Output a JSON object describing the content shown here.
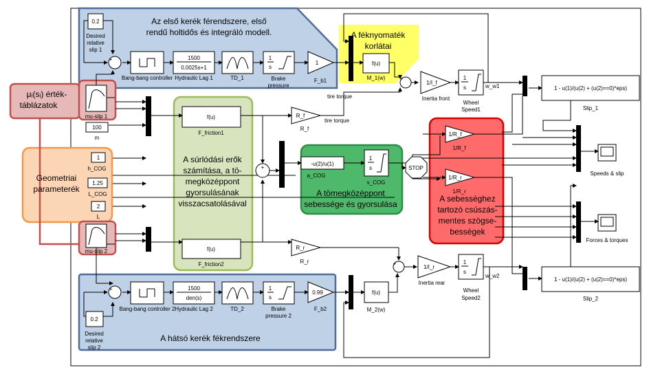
{
  "colors": {
    "blue_region": "#b8cce4",
    "blue_border": "#4f6d96",
    "yellow_region": "#ffff66",
    "olive_region": "#d7e4bd",
    "olive_border": "#9bbb59",
    "green_region": "#4eb86b",
    "green_border": "#2a8f45",
    "red_region": "#ff6b6b",
    "red_border": "#d40000",
    "orange_region": "#fcd5b5",
    "orange_border": "#f79646",
    "pink_region": "#e6b9b8",
    "pink_border": "#c0504d"
  },
  "annotations": {
    "front_brake": [
      "Az első kerék férendszere, első",
      "rendű holtidős és integráló modell."
    ],
    "torque_limit": [
      "A féknyomaték",
      "korlátai"
    ],
    "mu_table": [
      "μᵢ(sᵢ) érték-",
      "táblázatok"
    ],
    "geometry": [
      "Geometriai",
      "parameterék"
    ],
    "friction": [
      "A súrlódási erők",
      "számítása, a tö-",
      "megközéppont",
      "gyorsulásának",
      "visszacsatolásával"
    ],
    "cog": [
      "A tömegközéppont",
      "sebessége és gyorsulása"
    ],
    "slipfree": [
      "A sebességhez",
      "tartozó csúszás-",
      "mentes szögse-",
      "bességek"
    ],
    "rear_brake": "A hátsó kerék fékrendszere"
  },
  "blocks": {
    "desired_slip_1": {
      "value": "0.2",
      "label": [
        "Desired",
        "relative",
        "slip 1"
      ]
    },
    "desired_slip_2": {
      "value": "0.2",
      "label": [
        "Desired",
        "relative",
        "slip 2"
      ]
    },
    "bang_1": "Bang-bang controller",
    "bang_2": "Bang-bang controller 2",
    "hyd_1": {
      "num": "1500",
      "den": "0.0025s+1",
      "label": "Hydraulic Lag 1"
    },
    "hyd_2": {
      "num": "1500",
      "den": "den(s)",
      "label": "Hydraulic Lag 2"
    },
    "td_1": "TD_1",
    "td_2": "TD_2",
    "int_num": "1",
    "int_den": "s",
    "brake_1": [
      "Brake",
      "pressure"
    ],
    "brake_2": [
      "Brake",
      "pressure 2"
    ],
    "f_b1": {
      "value": "1",
      "label": "F_b1"
    },
    "f_b2": {
      "value": "0.99",
      "label": "F_b2"
    },
    "fu": "f(u)",
    "m1": "M_1(w)",
    "m2": "M_2(w)",
    "inertia_front": {
      "value": "1/I_f",
      "label": "Inertia front"
    },
    "inertia_rear": {
      "value": "1/I_r",
      "label": "Inertia rear"
    },
    "wheel_speed_1": [
      "Wheel",
      "Speed1"
    ],
    "wheel_speed_2": [
      "Wheel",
      "Speed2"
    ],
    "w_w1": "w_w1",
    "w_w2": "w_w2",
    "slip_expr": "1 - u(1)/(u(2) + (u(2)==0)*eps)",
    "slip_1": "Slip_1",
    "slip_2": "Slip_2",
    "mu_slip_1": "mu-slip 1",
    "mu_slip_2": "mu-slip 2",
    "m_value": "100",
    "m_label": "m",
    "h_cog": {
      "value": "1",
      "label": "h_COG"
    },
    "l_cog": {
      "value": "1.25",
      "label": "L_COG"
    },
    "l": {
      "value": "2",
      "label": "L"
    },
    "f_friction_1": "F_friction1",
    "f_friction_2": "F_friction2",
    "r_f": "R_f",
    "r_r": "R_r",
    "tire_torque": "tire torque",
    "a_cog": {
      "expr": "-u(2)/u(1)",
      "label": "a_COG"
    },
    "v_cog": "v_COG",
    "stop": "STOP",
    "inv_rf": {
      "value": "1/R_f",
      "label": "1/R_f"
    },
    "inv_rr": {
      "value": "1/R_r",
      "label": "1/R_r"
    },
    "scope_1": "Speeds & slip",
    "scope_2": "Forces & torques"
  }
}
